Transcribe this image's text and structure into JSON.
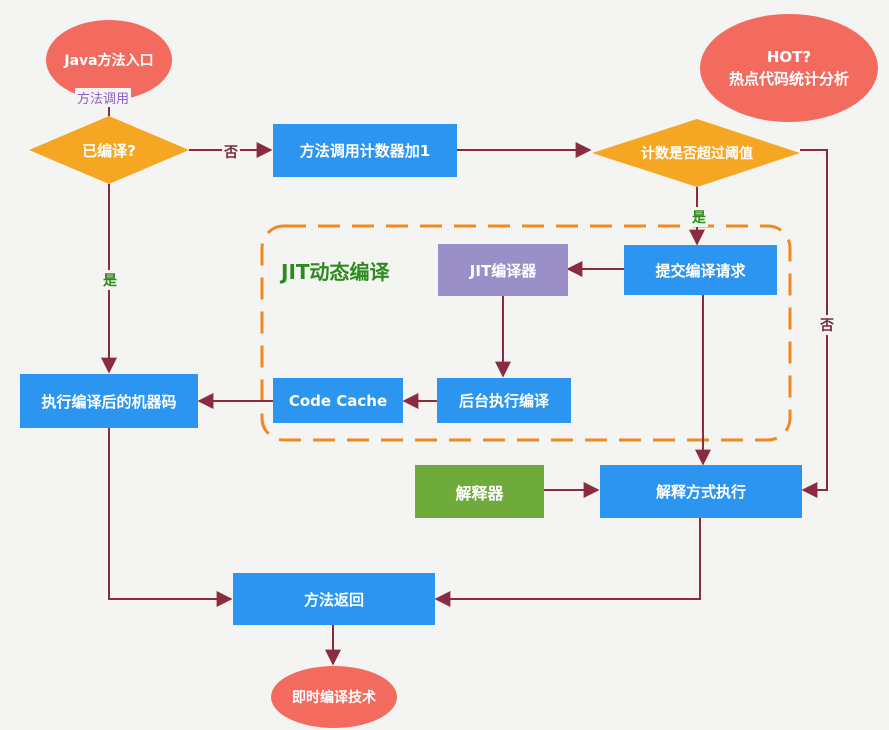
{
  "nodes": {
    "start": "Java方法入口",
    "compiled_check": "已编译?",
    "counter_inc": "方法调用计数器加1",
    "threshold_check": "计数是否超过阈值",
    "hot_line1": "HOT?",
    "hot_line2": "热点代码统计分析",
    "jit_title": "JIT动态编译",
    "jit_compiler": "JIT编译器",
    "submit_request": "提交编译请求",
    "code_cache": "Code Cache",
    "background_compile": "后台执行编译",
    "exec_machine_code": "执行编译后的机器码",
    "interpreter": "解释器",
    "interpret_exec": "解释方式执行",
    "method_return": "方法返回",
    "end": "即时编译技术"
  },
  "edge_labels": {
    "method_call": "方法调用",
    "compiled_no": "否",
    "compiled_yes": "是",
    "threshold_yes": "是",
    "threshold_no": "否"
  },
  "colors": {
    "process": "#2b95ef",
    "decision": "#f5a623",
    "terminal": "#f26b5e",
    "jit_compiler": "#9b8fc8",
    "interpreter": "#6faa3c",
    "arrow": "#8b2b40",
    "jit_boundary": "#f08a1e"
  }
}
